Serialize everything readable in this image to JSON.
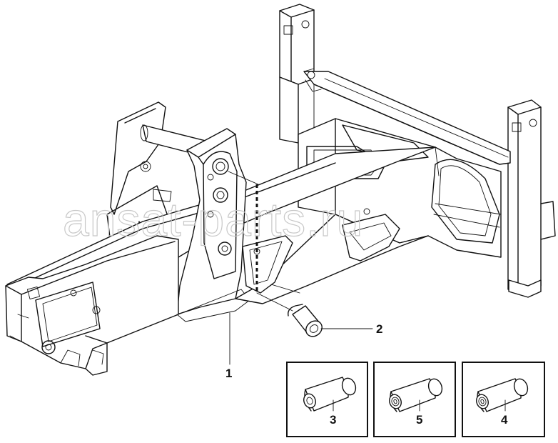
{
  "watermark": "ansat-parts.ru",
  "callouts": {
    "part_1": "1",
    "part_2": "2",
    "variant_a": "3",
    "variant_b": "5",
    "variant_c": "4"
  }
}
